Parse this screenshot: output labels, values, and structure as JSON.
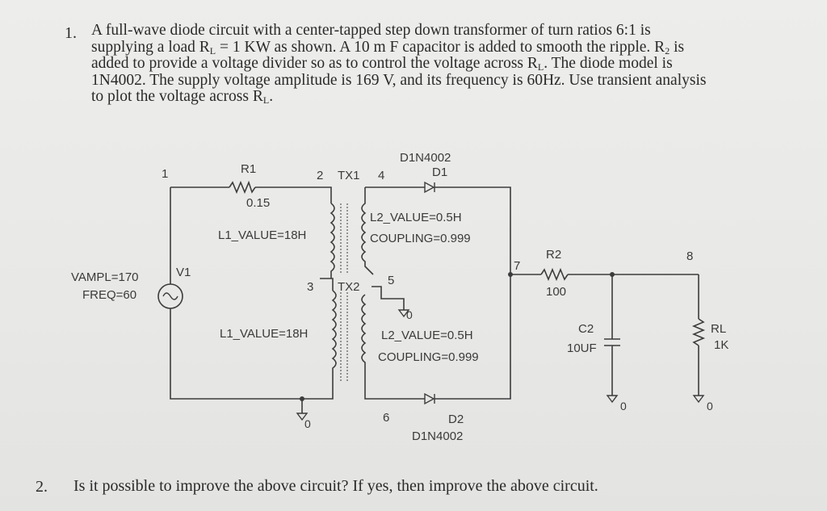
{
  "question1": {
    "number": "1.",
    "lines": [
      "A full-wave diode circuit with a center-tapped step down transformer of turn ratios 6:1 is",
      "supplying a load R_L = 1 KW as shown. A 10 m F capacitor is added to smooth the ripple. R_2 is",
      "added to provide a voltage divider so as to control the voltage across R_L. The diode model is",
      "1N4002. The supply voltage amplitude is 169 V, and its frequency is 60Hz. Use transient analysis",
      "to plot the voltage across R_L."
    ]
  },
  "question2": {
    "number": "2.",
    "text": "Is it possible to improve the above circuit? If yes, then improve the above circuit."
  },
  "circuit": {
    "source": {
      "name": "V1",
      "vampl": "VAMPL=170",
      "freq": "FREQ=60"
    },
    "r1": {
      "name": "R1",
      "value": "0.15"
    },
    "transformer": {
      "name_top": "TX1",
      "name_bottom": "TX2",
      "l1_top": "L1_VALUE=18H",
      "l1_bottom": "L1_VALUE=18H",
      "l2_top": "L2_VALUE=0.5H",
      "l2_bottom": "L2_VALUE=0.5H",
      "coupling_top": "COUPLING=0.999",
      "coupling_bottom": "COUPLING=0.999"
    },
    "d1": {
      "model": "D1N4002",
      "name": "D1"
    },
    "d2": {
      "model": "D1N4002",
      "name": "D2"
    },
    "r2": {
      "name": "R2",
      "value": "100"
    },
    "c2": {
      "name": "C2",
      "value": "10UF"
    },
    "rl": {
      "name": "RL",
      "value": "1K"
    },
    "nodes": {
      "n1": "1",
      "n2": "2",
      "n3": "3",
      "n4": "4",
      "n5": "5",
      "n6": "6",
      "n7": "7",
      "n8": "8"
    },
    "ground": "0"
  }
}
